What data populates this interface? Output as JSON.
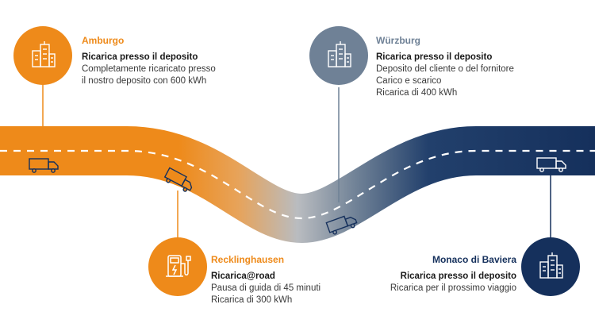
{
  "colors": {
    "orange": "#ee8a1a",
    "grey_blue": "#6f8196",
    "navy": "#15305c",
    "road_mid": "#b9bcc0"
  },
  "stops": {
    "amburgo": {
      "city": "Amburgo",
      "heading": "Ricarica presso il deposito",
      "lines": [
        "Completamente ricaricato presso",
        "il nostro deposito con 600 kWh"
      ],
      "icon": "buildings-icon",
      "color": "#ee8a1a"
    },
    "wurzburg": {
      "city": "Würzburg",
      "heading": "Ricarica presso il deposito",
      "lines": [
        "Deposito del cliente o del fornitore",
        "Carico e scarico",
        "Ricarica di 400 kWh"
      ],
      "icon": "buildings-icon",
      "color": "#6f8196"
    },
    "recklinghausen": {
      "city": "Recklinghausen",
      "heading": "Ricarica@road",
      "lines": [
        "Pausa di guida di 45 minuti",
        "Ricarica di 300 kWh"
      ],
      "icon": "charging-station-icon",
      "color": "#ee8a1a"
    },
    "monaco": {
      "city": "Monaco di Baviera",
      "heading": "Ricarica presso il deposito",
      "lines": [
        "Ricarica per il prossimo viaggio"
      ],
      "icon": "buildings-icon",
      "color": "#15305c"
    }
  }
}
